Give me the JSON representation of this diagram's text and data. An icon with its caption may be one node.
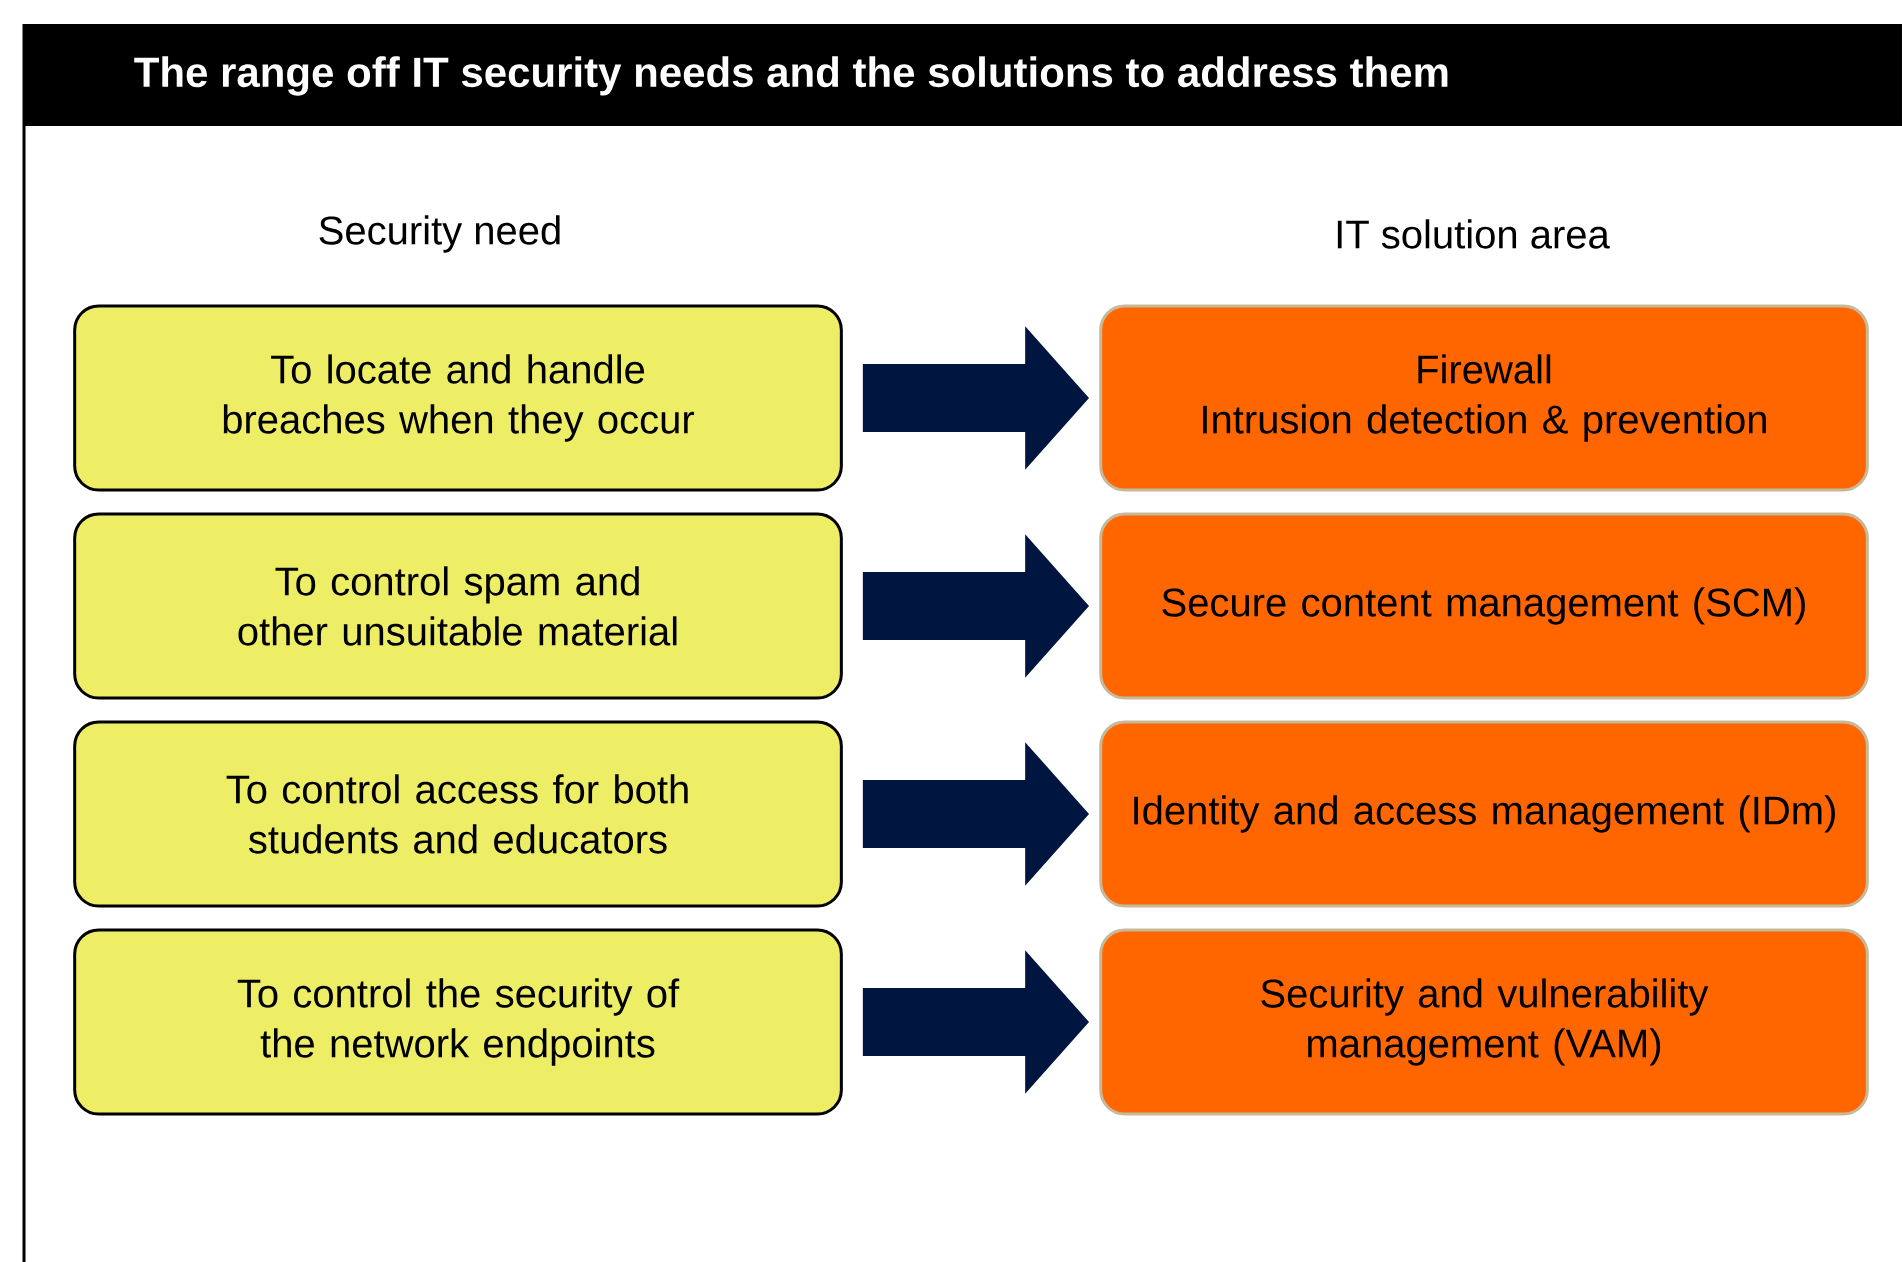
{
  "diagram": {
    "title": "The range off IT security needs and the solutions to address them",
    "nodes": [
      {
        "text": [
          "To locate and handle breaches when they occur"
        ]
      },
      {
        "text": [
          "To control spam and other unsuitable material"
        ]
      },
      {
        "text": [
          "To control access for both students and educators"
        ]
      },
      {
        "text": [
          "To control the security of the network endpoints"
        ]
      },
      {
        "text": [
          "Firewall",
          "Intrusion detection & prevention"
        ]
      },
      {
        "text": [
          "Secure content management (SCM)"
        ]
      },
      {
        "text": [
          "Identity and access management (IDm)"
        ]
      },
      {
        "text": [
          "Security and vulnerability management (VAM)"
        ]
      }
    ],
    "edges": [
      {
        "from": 0,
        "to": 4,
        "arrow": "to"
      },
      {
        "from": 1,
        "to": 5,
        "arrow": "to"
      },
      {
        "from": 2,
        "to": 6,
        "arrow": "to"
      },
      {
        "from": 3,
        "to": 7,
        "arrow": "to"
      }
    ],
    "labels": [
      "Security need",
      "IT solution area"
    ]
  }
}
